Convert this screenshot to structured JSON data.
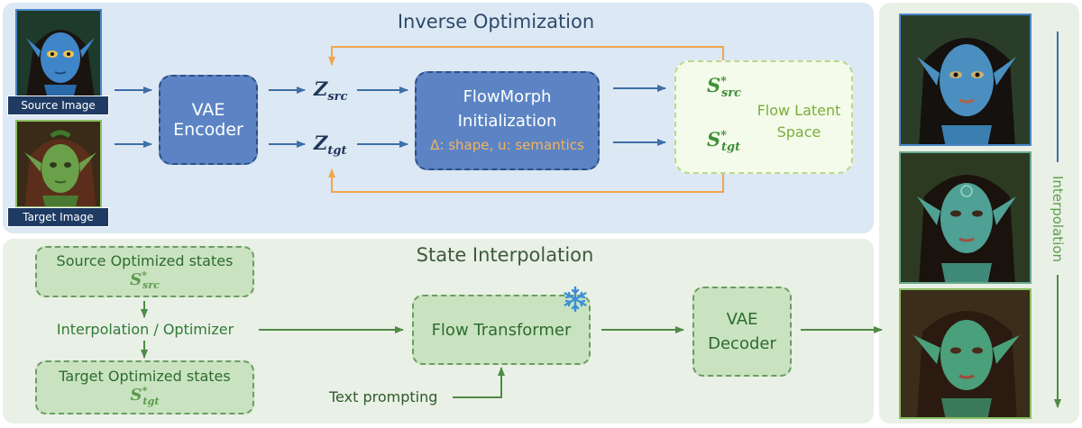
{
  "inverse": {
    "title": "Inverse Optimization",
    "source_label": "Source Image",
    "target_label": "Target Image",
    "vae_encoder": [
      "VAE",
      "Encoder"
    ],
    "z_src": {
      "base": "Z",
      "sub": "src"
    },
    "z_tgt": {
      "base": "Z",
      "sub": "tgt"
    },
    "flowmorph": {
      "line1": "FlowMorph",
      "line2": "Initialization",
      "line3": "Δ: shape, u: semantics"
    },
    "s_src": {
      "base": "S",
      "sup": "*",
      "sub": "src"
    },
    "s_tgt": {
      "base": "S",
      "sup": "*",
      "sub": "tgt"
    },
    "latent_space": [
      "Flow Latent",
      "Space"
    ]
  },
  "state": {
    "title": "State Interpolation",
    "source_states": {
      "label": "Source Optimized states",
      "sym": {
        "base": "S",
        "sup": "*",
        "sub": "src"
      }
    },
    "interp_label": "Interpolation / Optimizer",
    "target_states": {
      "label": "Target Optimized states",
      "sym": {
        "base": "S",
        "sup": "*",
        "sub": "tgt"
      }
    },
    "flow_transformer": "Flow Transformer",
    "frozen_icon": "snowflake-icon",
    "vae_decoder": [
      "VAE",
      "Decoder"
    ],
    "text_prompting": "Text prompting"
  },
  "results": {
    "interpolation_label": "Interpolation"
  },
  "colors": {
    "blue_node": "#5c84c4",
    "green_node": "#c9e3c1",
    "orange_arrow": "#f2a54a",
    "blue_arrow": "#3e6ea8",
    "green_arrow": "#4f8a46"
  }
}
